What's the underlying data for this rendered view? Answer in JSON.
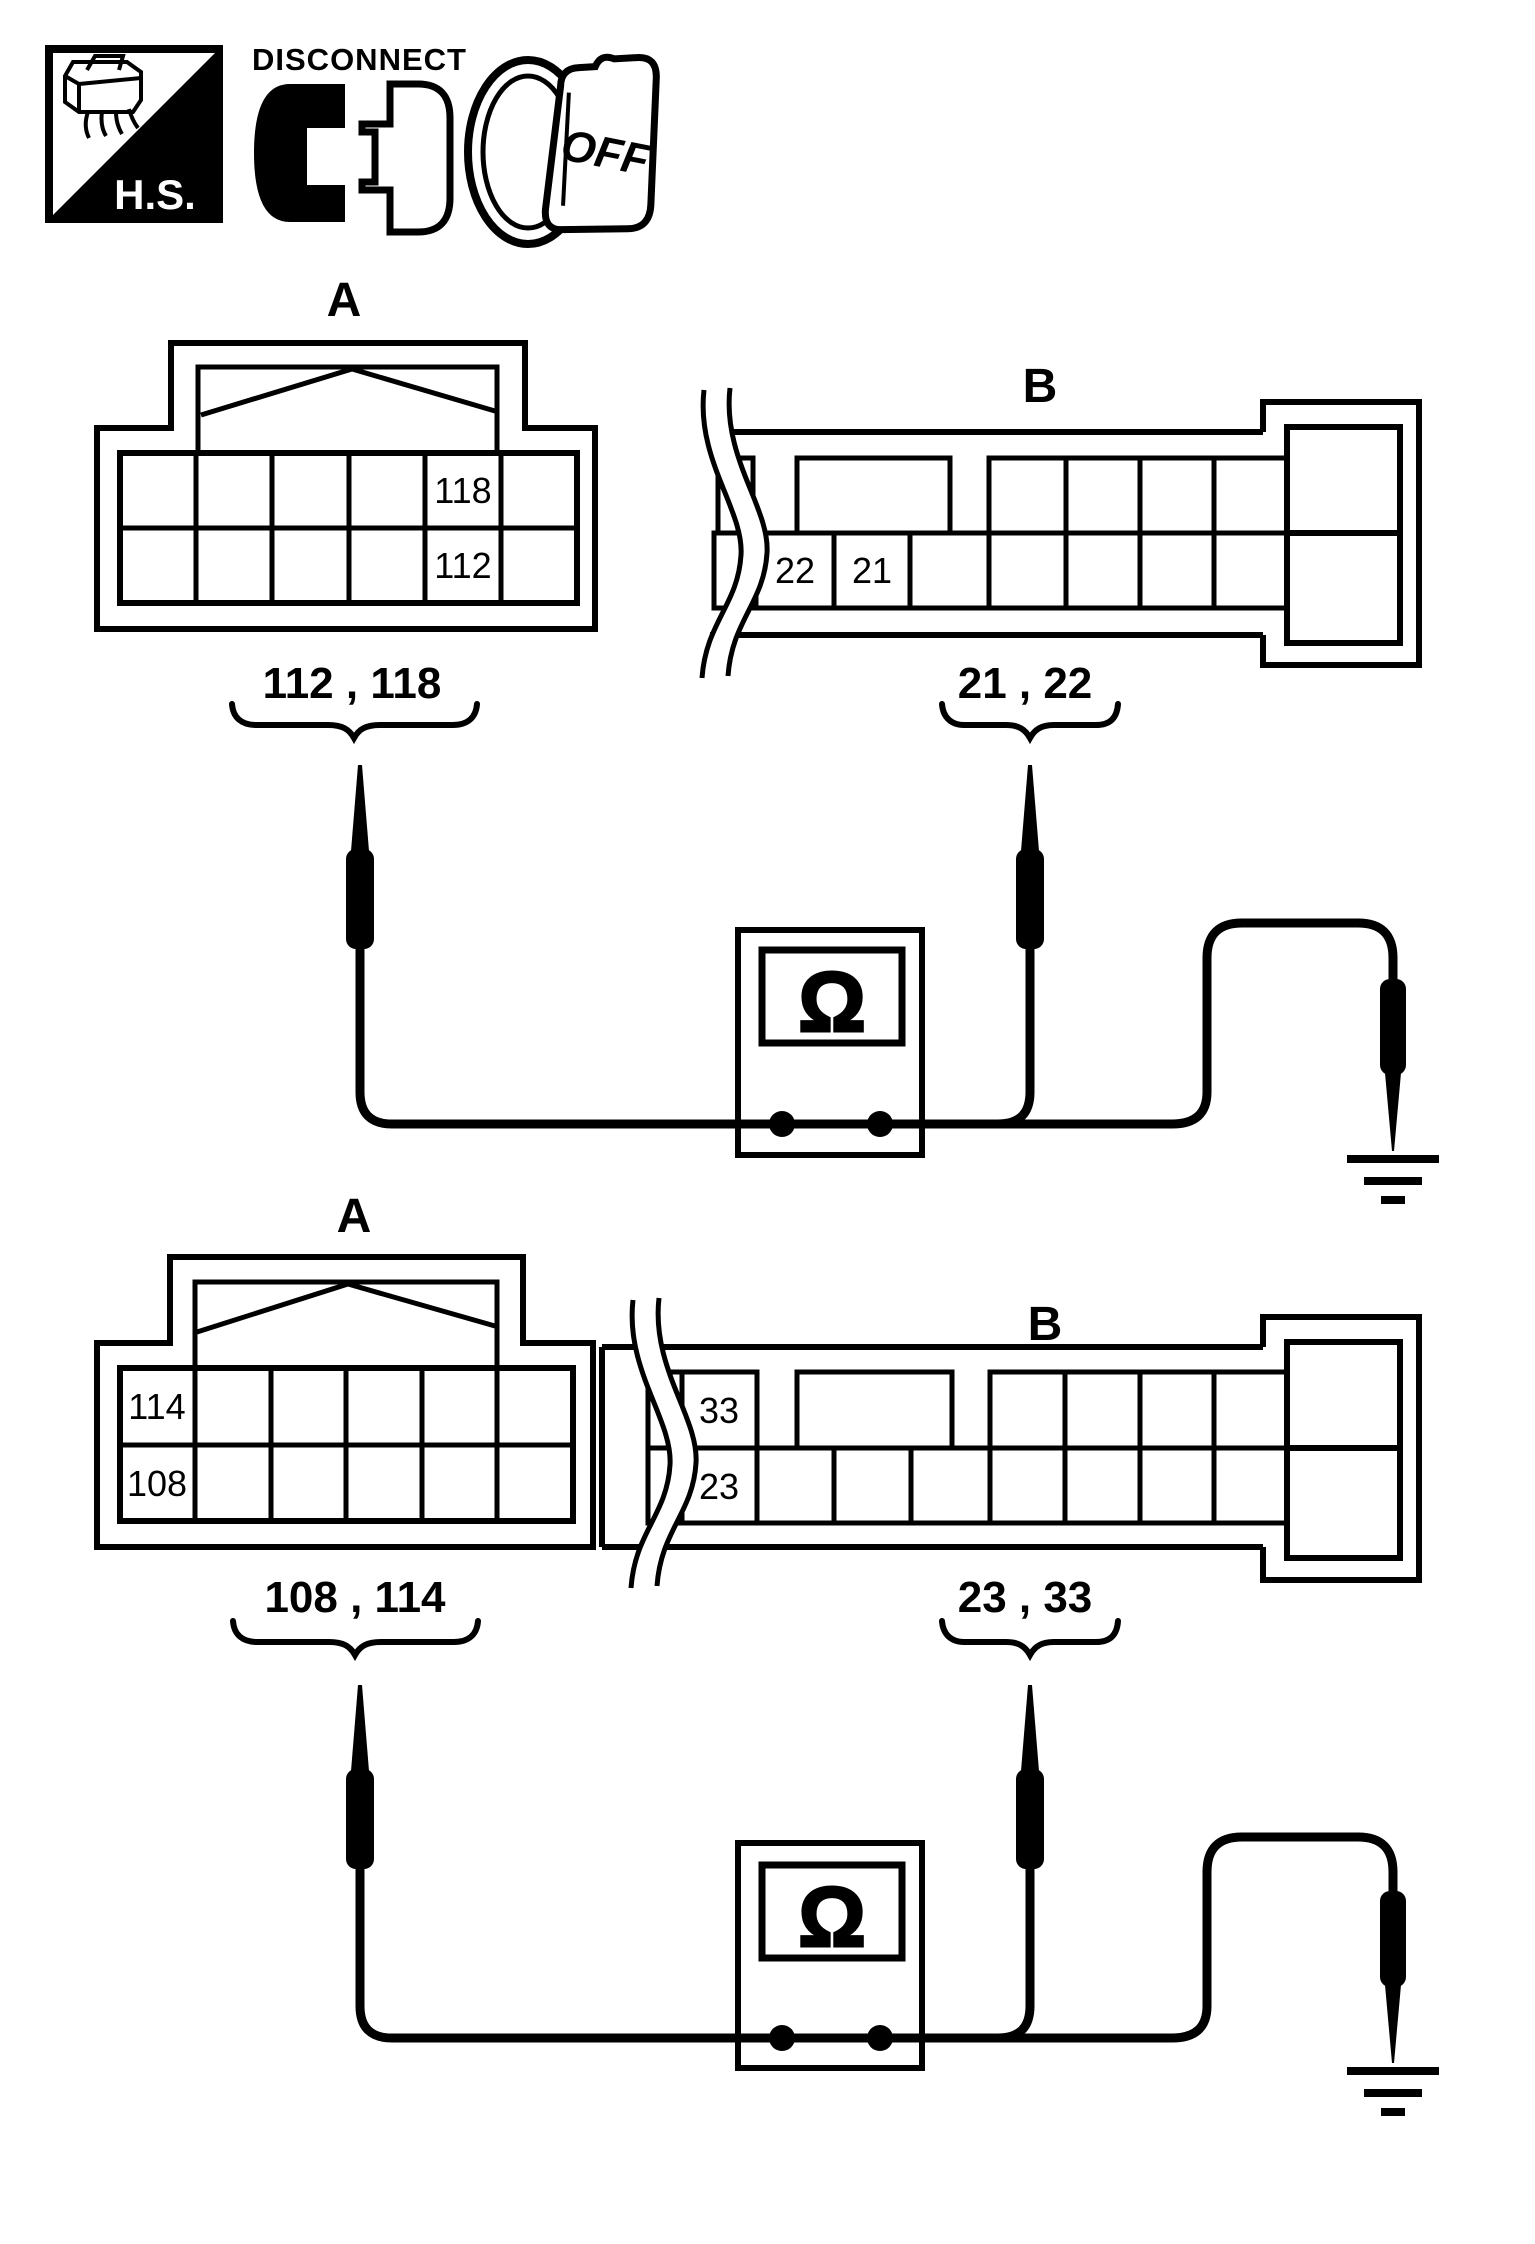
{
  "colors": {
    "ink": "#000000",
    "paper": "#ffffff"
  },
  "legend": {
    "harness_side": "H.S.",
    "disconnect": "DISCONNECT",
    "ignition_key": "OFF"
  },
  "diagrams": [
    {
      "connector_a": {
        "label": "A",
        "pin_top": "118",
        "pin_bottom": "112"
      },
      "connector_b": {
        "label": "B",
        "pins": [
          "22",
          "21"
        ]
      },
      "check_a": "112 , 118",
      "check_b": "21 , 22",
      "meter_symbol": "Ω"
    },
    {
      "connector_a": {
        "label": "A",
        "pin_top": "114",
        "pin_bottom": "108"
      },
      "connector_b": {
        "label": "B",
        "pin_top": "33",
        "pin_bottom": "23"
      },
      "check_a": "108 , 114",
      "check_b": "23 , 33",
      "meter_symbol": "Ω"
    }
  ]
}
